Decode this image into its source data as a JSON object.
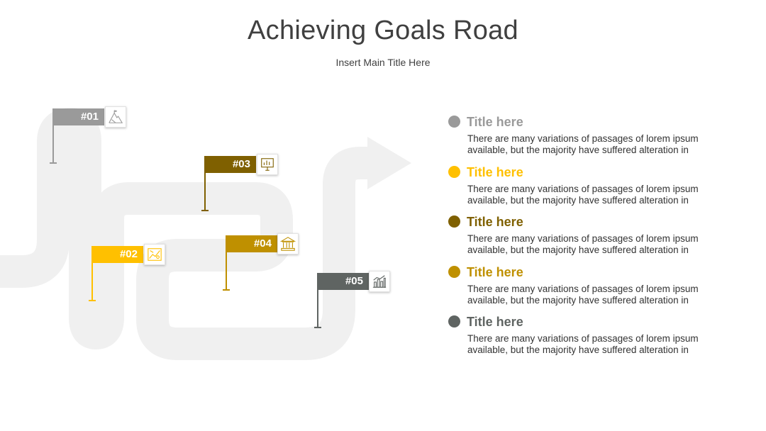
{
  "header": {
    "title": "Achieving Goals Road",
    "subtitle": "Insert Main Title Here"
  },
  "colors": {
    "road": "#f0f0f0",
    "c1": "#9a9a9a",
    "c2": "#ffc000",
    "c3": "#7f6000",
    "c4": "#bf9000",
    "c5": "#5f6462"
  },
  "flags": [
    {
      "label": "#01",
      "icon": "mountain-icon",
      "color": "#9a9a9a"
    },
    {
      "label": "#02",
      "icon": "map-icon",
      "color": "#ffc000"
    },
    {
      "label": "#03",
      "icon": "presentation-icon",
      "color": "#7f6000"
    },
    {
      "label": "#04",
      "icon": "bank-icon",
      "color": "#bf9000"
    },
    {
      "label": "#05",
      "icon": "bar-chart-icon",
      "color": "#5f6462"
    }
  ],
  "items": [
    {
      "title": "Title here",
      "text": "There are many variations of passages of lorem ipsum available, but the majority have suffered alteration in",
      "color": "#9a9a9a"
    },
    {
      "title": "Title here",
      "text": "There are many variations of passages of lorem ipsum available, but the majority have suffered alteration in",
      "color": "#ffc000"
    },
    {
      "title": "Title here",
      "text": "There are many variations of passages of lorem ipsum available, but the majority have suffered alteration in",
      "color": "#7f6000"
    },
    {
      "title": "Title here",
      "text": "There are many variations of passages of lorem ipsum available, but the majority have suffered alteration in",
      "color": "#bf9000"
    },
    {
      "title": "Title here",
      "text": "There are many variations of passages of lorem ipsum available, but the majority have suffered alteration in",
      "color": "#5f6462"
    }
  ]
}
